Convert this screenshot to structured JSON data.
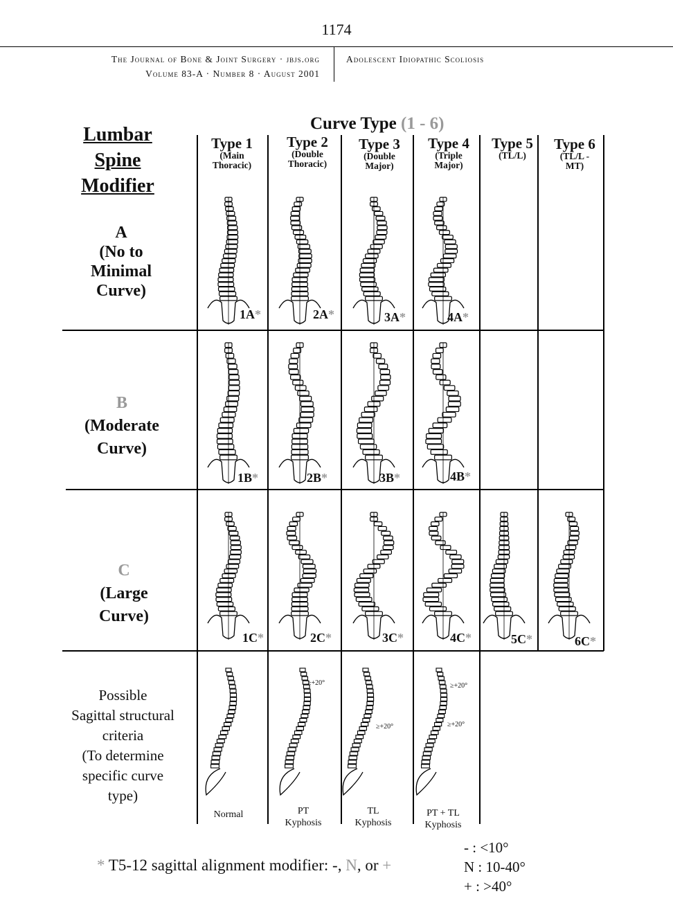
{
  "page_number": "1174",
  "header": {
    "journal_line1": "The Journal of Bone & Joint Surgery · jbjs.org",
    "journal_line2": "Volume 83-A · Number 8 · August 2001",
    "section": "Adolescent Idiopathic Scoliosis"
  },
  "figure": {
    "title_main": "Curve Type",
    "title_range": "(1 - 6)",
    "row_header": [
      "Lumbar",
      "Spine",
      "Modifier"
    ],
    "types": [
      {
        "label": "Type 1",
        "sub1": "(Main",
        "sub2": "Thoracic)"
      },
      {
        "label": "Type 2",
        "sub1": "(Double",
        "sub2": "Thoracic)"
      },
      {
        "label": "Type 3",
        "sub1": "(Double",
        "sub2": "Major)"
      },
      {
        "label": "Type 4",
        "sub1": "(Triple",
        "sub2": "Major)"
      },
      {
        "label": "Type 5",
        "sub1": "(TL/L)",
        "sub2": ""
      },
      {
        "label": "Type 6",
        "sub1": "(TL/L -",
        "sub2": "MT)"
      }
    ],
    "rows": {
      "A": {
        "letter": "A",
        "line1": "(No to",
        "line2": "Minimal",
        "line3": "Curve)",
        "cells": [
          "1A",
          "2A",
          "3A",
          "4A"
        ]
      },
      "B": {
        "letter": "B",
        "line1": "(Moderate",
        "line2": "Curve)",
        "cells": [
          "1B",
          "2B",
          "3B",
          "4B"
        ]
      },
      "C": {
        "letter": "C",
        "line1": "(Large",
        "line2": "Curve)",
        "cells": [
          "1C",
          "2C",
          "3C",
          "4C",
          "5C",
          "6C"
        ]
      }
    },
    "star": "*",
    "sagittal": {
      "lines": [
        "Possible",
        "Sagittal structural",
        "criteria",
        "(To  determine",
        "specific curve",
        "type)"
      ],
      "cells": [
        {
          "line1": "Normal",
          "line2": ""
        },
        {
          "line1": "PT",
          "line2": "Kyphosis"
        },
        {
          "line1": "TL",
          "line2": "Kyphosis"
        },
        {
          "line1": "PT + TL",
          "line2": "Kyphosis"
        }
      ],
      "angle_label": "≥+20°"
    },
    "footnote": {
      "star": "*",
      "text": " T5-12 sagittal alignment modifier: -, ",
      "n": "N",
      "or": ",  or ",
      "plus": "+"
    },
    "legend": [
      "- : <10°",
      "N : 10-40°",
      "+ : >40°"
    ]
  }
}
